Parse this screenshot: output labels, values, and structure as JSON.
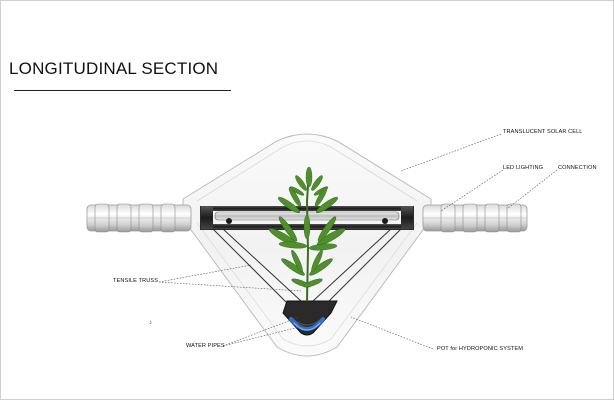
{
  "title": "LONGITUDINAL SECTION",
  "labels": {
    "translucent_solar_cell": "TRANSLUCENT SOLAR CELL",
    "led_lighting": "LED LIGHTING",
    "connection": "CONNECTION",
    "tensile_truss": "TENSILE TRUSS",
    "water_pipes": "WATER PIPES",
    "pot": "POT for HYDROPONIC SYSTEM"
  },
  "colors": {
    "dome_stroke": "#b9b9b9",
    "frame": "#2b2b2b",
    "leaf": "#4f8f2c",
    "water": "#2f6fd0"
  }
}
